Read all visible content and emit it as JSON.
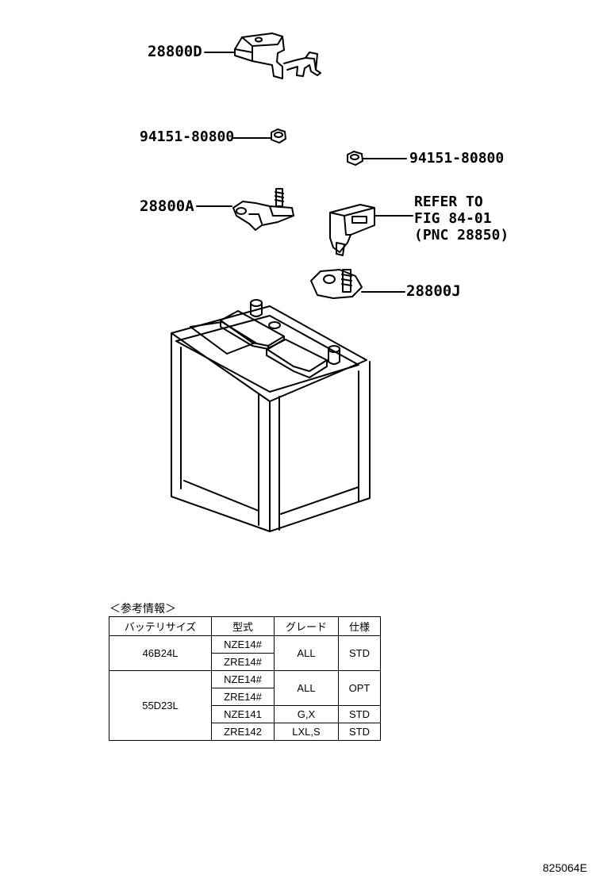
{
  "labels": {
    "cover_clamp": "28800D",
    "nut_left": "94151-80800",
    "nut_right": "94151-80800",
    "terminal_positive": "28800A",
    "terminal_negative": "28800J"
  },
  "refer": {
    "line1": "REFER TO",
    "line2": "FIG 84-01",
    "line3": "(PNC 28850)"
  },
  "reference_info": {
    "title": "＜参考情報＞",
    "headers": [
      "バッテリサイズ",
      "型式",
      "グレード",
      "仕様"
    ],
    "rows": [
      {
        "battery_size": "46B24L",
        "model": "NZE14#",
        "grade": "ALL",
        "spec": "STD"
      },
      {
        "battery_size": "46B24L",
        "model": "ZRE14#",
        "grade": "ALL",
        "spec": "STD"
      },
      {
        "battery_size": "55D23L",
        "model": "NZE14#",
        "grade": "ALL",
        "spec": "OPT"
      },
      {
        "battery_size": "55D23L",
        "model": "ZRE14#",
        "grade": "ALL",
        "spec": "OPT"
      },
      {
        "battery_size": "55D23L",
        "model": "NZE141",
        "grade": "G,X",
        "spec": "STD"
      },
      {
        "battery_size": "55D23L",
        "model": "ZRE142",
        "grade": "LXL,S",
        "spec": "STD"
      }
    ]
  },
  "figure_number": "825064E"
}
